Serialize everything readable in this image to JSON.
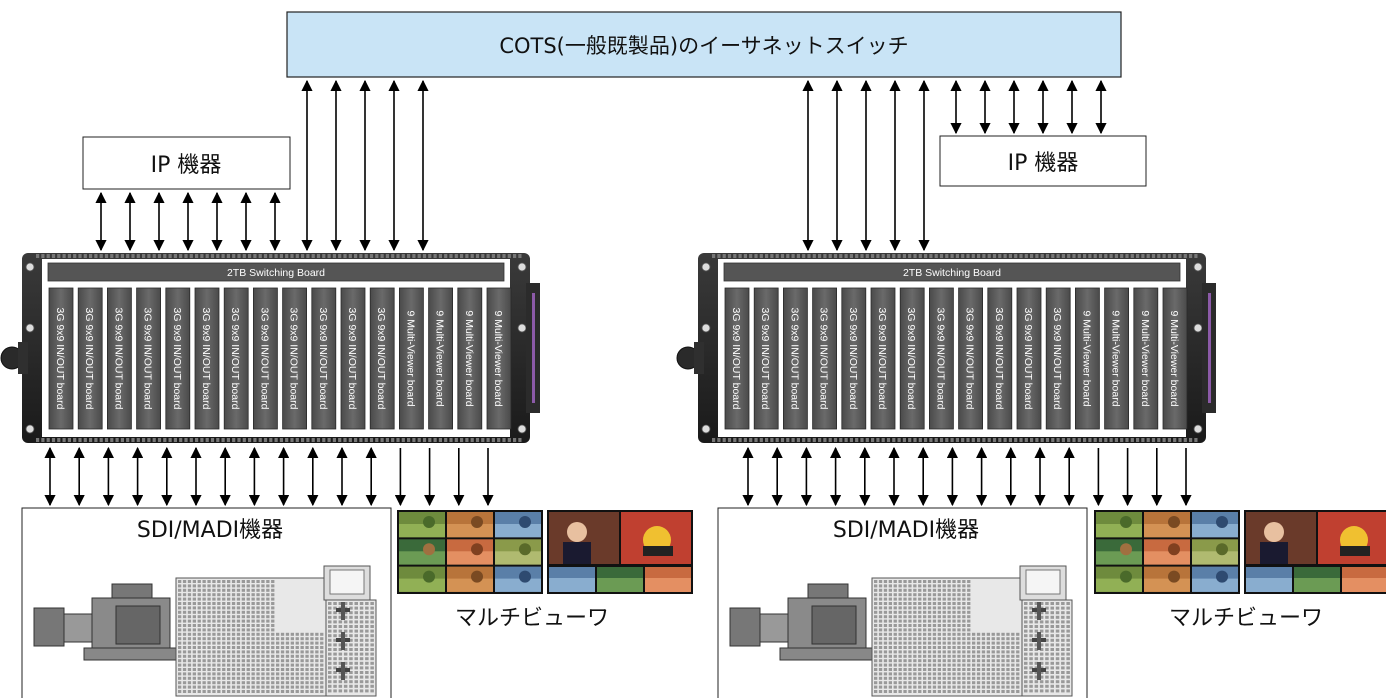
{
  "switch": {
    "label": "COTS(一般既製品)のイーサネットスイッチ",
    "fill": "#c9e4f6"
  },
  "ip_device_label": "IP 機器",
  "chassis": {
    "switching_board_label": "2TB Switching Board",
    "io_board_label": "3G 9x9 IN/OUT board",
    "mv_board_label": "9 Multi-Viewer board",
    "io_board_count": 12,
    "mv_board_count": 4
  },
  "sdi_device_label": "SDI/MADI機器",
  "multiviewer_label": "マルチビューワ",
  "systems": [
    {
      "id": "left"
    },
    {
      "id": "right"
    }
  ]
}
